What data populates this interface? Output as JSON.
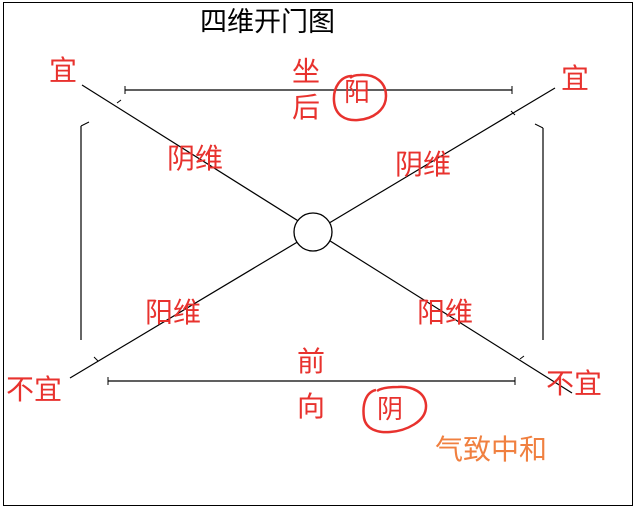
{
  "title": "四维开门图",
  "labels": {
    "top_left": "宜",
    "top_right": "宜",
    "bottom_left": "不宜",
    "bottom_right": "不宜",
    "top_center_1": "坐",
    "top_center_2": "后",
    "top_circled": "阳",
    "bottom_center_1": "前",
    "bottom_center_2": "向",
    "bottom_circled": "阴",
    "upper_left_diag": "阴维",
    "upper_right_diag": "阴维",
    "lower_left_diag": "阳维",
    "lower_right_diag": "阳维",
    "caption": "气致中和"
  },
  "colors": {
    "red": "#e8322e",
    "orange": "#f08040",
    "line": "#000000",
    "background": "#ffffff"
  }
}
